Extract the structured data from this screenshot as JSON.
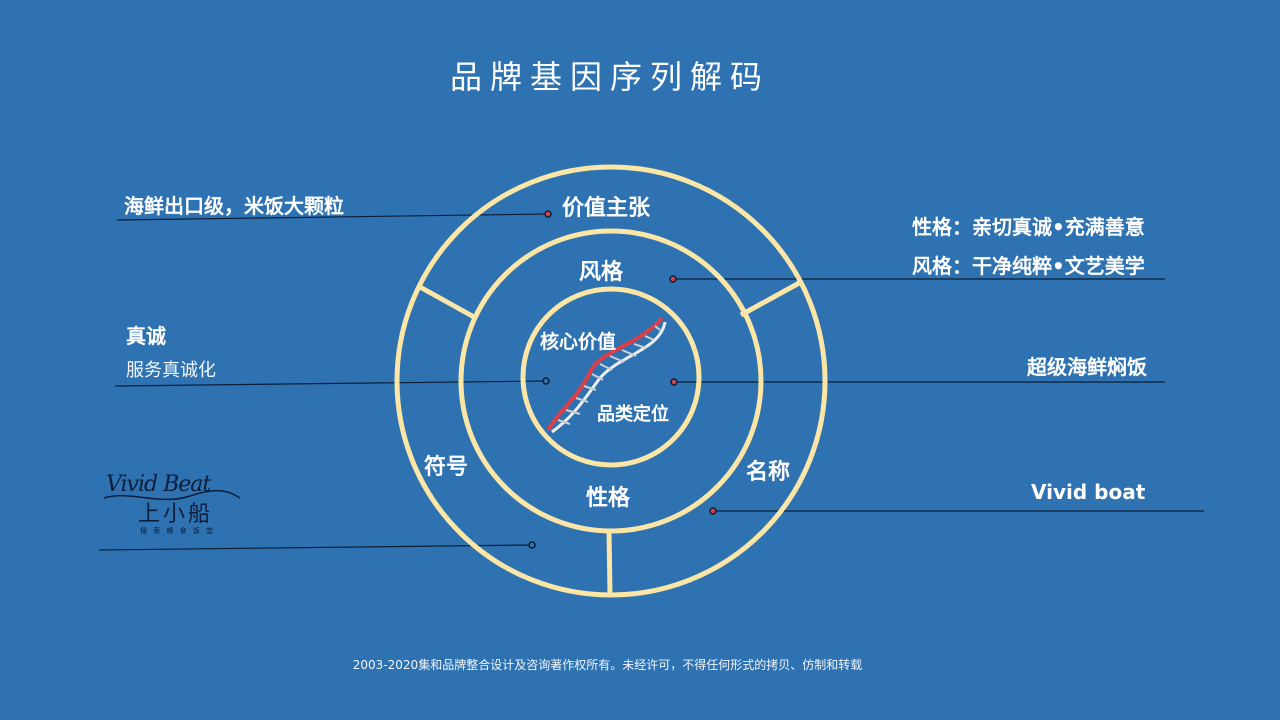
{
  "title": "品牌基因序列解码",
  "rings": {
    "outer_top": "价值主张",
    "outer_left": "符号",
    "outer_right": "名称",
    "middle_top": "风格",
    "middle_bottom": "性格",
    "core_upper": "核心价值",
    "core_lower": "品类定位"
  },
  "annotations": {
    "value_prop": "海鲜出口级，米饭大颗粒",
    "core_value_title": "真诚",
    "core_value_sub": "服务真诚化",
    "personality": "性格：亲切真诚•充满善意",
    "style": "风格：干净纯粹•文艺美学",
    "category": "超级海鲜焖饭",
    "name": "Vivid boat"
  },
  "logo": {
    "en": "Vivid Beat",
    "cn": "上小船",
    "sub": "搜 索 峰 食 饭 堂"
  },
  "footer": "2003-2020集和品牌整合设计及咨询著作权所有。未经许可，不得任何形式的拷贝、仿制和转载",
  "colors": {
    "background": "#2e72b2",
    "ring": "#fbe6a6",
    "line": "#0e1e36",
    "dna_red": "#d9404a",
    "dna_white": "#eeeeee"
  }
}
